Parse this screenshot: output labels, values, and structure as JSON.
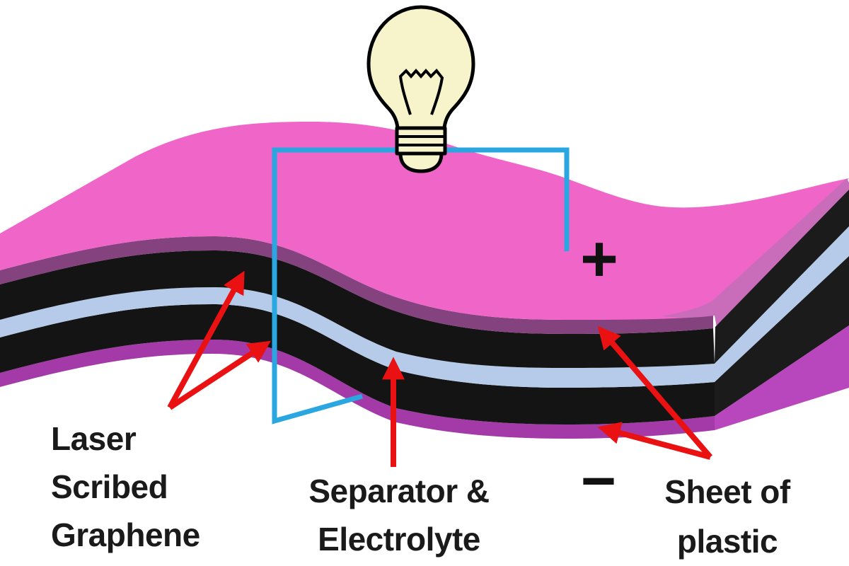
{
  "figure": {
    "kind": "layered-device-diagram"
  },
  "colors": {
    "background": "#FFFFFF",
    "top_plastic_pink": "#F066C8",
    "top_plastic_front_edge": "#84427E",
    "plastic_side_highlight": "#C96DBB",
    "graphene_black": "#141414",
    "graphene_black_side": "#1B1B1B",
    "separator_blue": "#B5CBE9",
    "bottom_plastic_purple": "#A33AA8",
    "bottom_plastic_purple_side": "#B846BC",
    "wire_blue": "#2AA7E0",
    "arrow_red": "#E91111",
    "bulb_fill": "#F7F4CB",
    "bulb_outline": "#000000",
    "label_text": "#1A1A1A"
  },
  "labels": {
    "laser_scribed_graphene": [
      "Laser",
      "Scribed",
      "Graphene"
    ],
    "separator_electrolyte": [
      "Separator &",
      "Electrolyte"
    ],
    "sheet_of_plastic": [
      "Sheet of",
      "plastic"
    ],
    "positive_terminal": "+",
    "negative_terminal": "−"
  },
  "layers": [
    {
      "label": "Sheet of plastic",
      "color": "#F066C8"
    },
    {
      "label": "Laser Scribed Graphene",
      "color": "#141414"
    },
    {
      "label": "Separator & Electrolyte",
      "color": "#B5CBE9"
    },
    {
      "label": "Laser Scribed Graphene",
      "color": "#141414"
    },
    {
      "label": "Sheet of plastic",
      "color": "#A33AA8"
    }
  ],
  "icons": {
    "light_bulb": "light-bulb-icon",
    "arrows": "red-pointer-arrows",
    "wire": "circuit-wire"
  }
}
